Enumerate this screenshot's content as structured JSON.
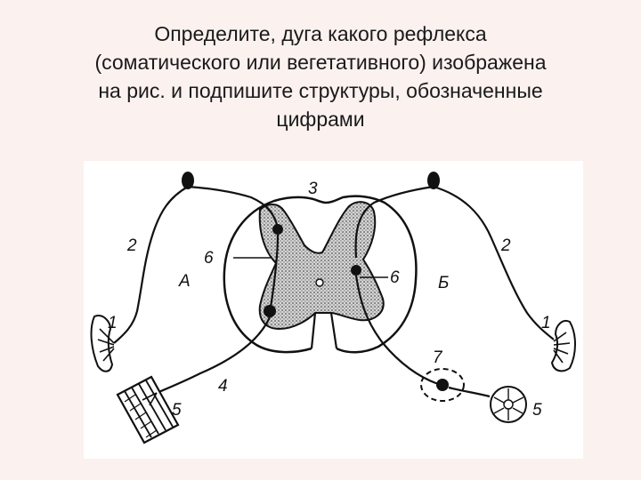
{
  "slide": {
    "title_lines": [
      "Определите, дуга какого рефлекса",
      "(соматического или вегетативного) изображена",
      "на рис. и подпишите структуры, обозначенные",
      "цифрами"
    ]
  },
  "figure": {
    "labels": {
      "n3": "3",
      "n2_left": "2",
      "n2_right": "2",
      "n6_left": "6",
      "n6_right": "6",
      "a": "А",
      "b": "Б",
      "n1_left": "1",
      "n1_right": "1",
      "n4": "4",
      "n5_left": "5",
      "n7": "7",
      "n5_right": "5"
    },
    "colors": {
      "ink": "#111111",
      "stipple": "#555555",
      "background": "#ffffff"
    }
  }
}
